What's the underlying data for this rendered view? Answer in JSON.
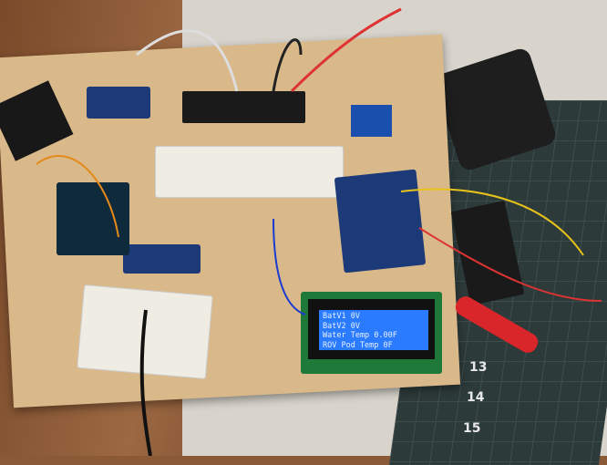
{
  "scene": {
    "lcd_lines": [
      "BatV1 0V",
      "BatV2 0V",
      "Water Temp 0.00F",
      "ROV Pod Temp 0F"
    ],
    "mat_ruler_numbers": [
      "13",
      "14",
      "15"
    ],
    "colors": {
      "lcd_background": "#2a7bff",
      "wood_board": "#d9b98a",
      "cutting_mat": "#2d3a3a"
    }
  }
}
